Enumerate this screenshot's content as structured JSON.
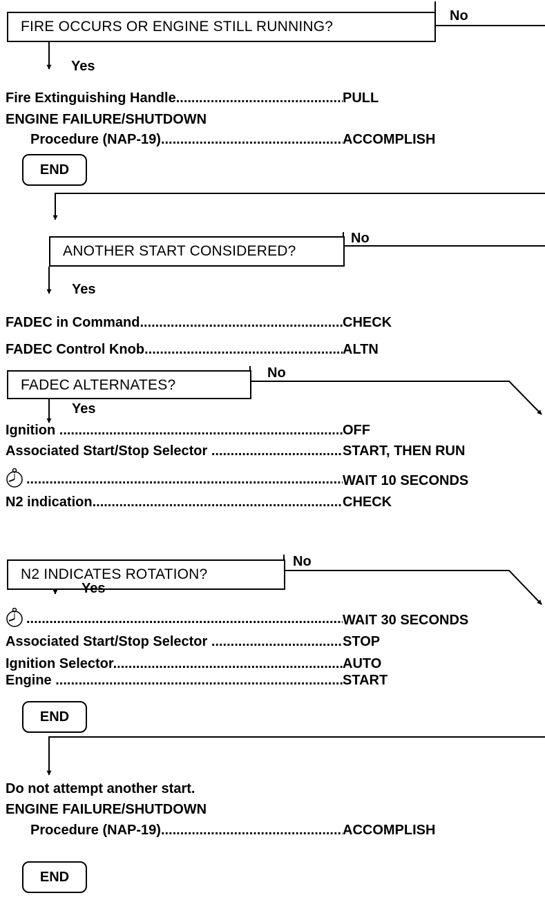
{
  "questions": [
    "FIRE OCCURS OR ENGINE STILL RUNNING?",
    "ANOTHER START CONSIDERED?",
    "FADEC ALTERNATES?",
    "N2 INDICATES ROTATION?"
  ],
  "yes_label": "Yes",
  "no_label": "No",
  "end_label": "END",
  "leader": "...................................................................................................",
  "block1": {
    "step1": {
      "item": "Fire Extinguishing Handle",
      "action": "PULL"
    },
    "heading": "ENGINE FAILURE/SHUTDOWN",
    "step2": {
      "item": "Procedure (NAP-19)",
      "action": "ACCOMPLISH"
    }
  },
  "block2": [
    {
      "item": "FADEC in Command",
      "action": "CHECK"
    },
    {
      "item": "FADEC Control Knob",
      "action": "ALTN"
    }
  ],
  "block3": [
    {
      "item": "Ignition ",
      "action": "OFF"
    },
    {
      "item": "Associated Start/Stop Selector ",
      "action": "START, THEN RUN"
    },
    {
      "item": "",
      "action": "WAIT 10 SECONDS"
    },
    {
      "item": "N2 indication",
      "action": "CHECK"
    }
  ],
  "block4": [
    {
      "item": "",
      "action": "WAIT 30 SECONDS"
    },
    {
      "item": "Associated Start/Stop Selector ",
      "action": "STOP"
    },
    {
      "item": "Ignition Selector",
      "action": "AUTO"
    },
    {
      "item": "Engine ",
      "action": "START"
    }
  ],
  "block5": {
    "note": "Do not attempt another start.",
    "heading": "ENGINE FAILURE/SHUTDOWN",
    "step": {
      "item": "Procedure (NAP-19)",
      "action": "ACCOMPLISH"
    }
  }
}
